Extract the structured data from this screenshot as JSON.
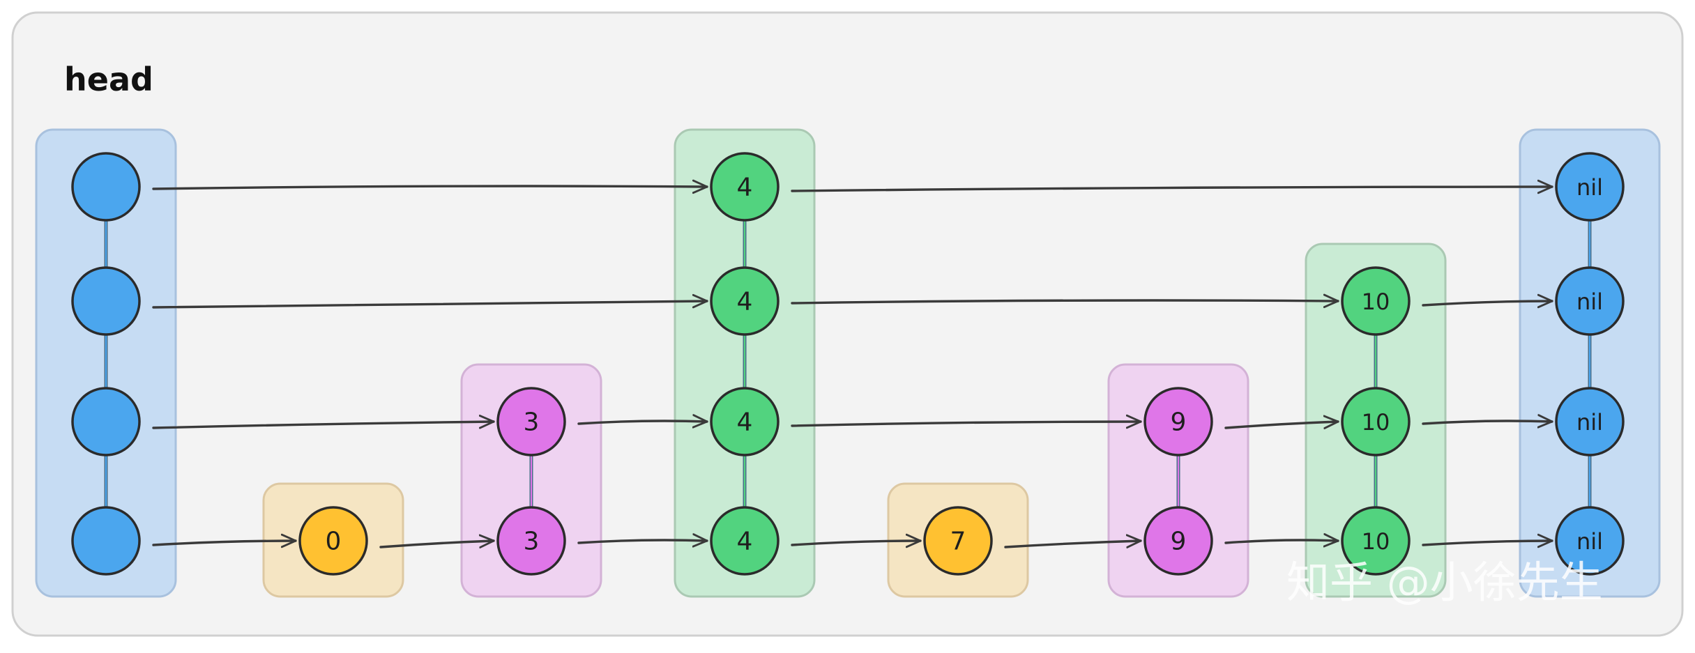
{
  "title": "head",
  "watermark": "知乎 @小徐先生",
  "colors": {
    "canvas_bg": "#f3f3f3",
    "canvas_border": "#d0d0d0",
    "blue": "#4ba6ee",
    "blue_group": "#c6dcf3",
    "blue_group_border": "#a8c1de",
    "green": "#52d37f",
    "green_group": "#c9ebd4",
    "green_group_border": "#aac9b3",
    "purple": "#df76e8",
    "purple_group": "#efd3f1",
    "purple_group_border": "#d3b2d6",
    "yellow": "#ffc131",
    "yellow_group": "#f5e5c3",
    "yellow_group_border": "#ddc8a2",
    "stroke": "#2b2b2b",
    "arrow": "#3a3a3a"
  },
  "columns": [
    {
      "id": "head",
      "label": "",
      "color": "blue",
      "levels": 4
    },
    {
      "id": "n0",
      "label": "0",
      "color": "yellow",
      "levels": 1
    },
    {
      "id": "n3",
      "label": "3",
      "color": "purple",
      "levels": 2
    },
    {
      "id": "n4",
      "label": "4",
      "color": "green",
      "levels": 4
    },
    {
      "id": "n7",
      "label": "7",
      "color": "yellow",
      "levels": 1
    },
    {
      "id": "n9",
      "label": "9",
      "color": "purple",
      "levels": 2
    },
    {
      "id": "n10",
      "label": "10",
      "color": "green",
      "levels": 3
    },
    {
      "id": "nil",
      "label": "nil",
      "color": "blue",
      "levels": 4
    }
  ],
  "links": [
    {
      "from": "head",
      "to": "n4",
      "level": 4
    },
    {
      "from": "n4",
      "to": "nil",
      "level": 4
    },
    {
      "from": "head",
      "to": "n4",
      "level": 3
    },
    {
      "from": "n4",
      "to": "n10",
      "level": 3
    },
    {
      "from": "n10",
      "to": "nil",
      "level": 3
    },
    {
      "from": "head",
      "to": "n3",
      "level": 2
    },
    {
      "from": "n3",
      "to": "n4",
      "level": 2
    },
    {
      "from": "n4",
      "to": "n9",
      "level": 2
    },
    {
      "from": "n9",
      "to": "n10",
      "level": 2
    },
    {
      "from": "n10",
      "to": "nil",
      "level": 2
    },
    {
      "from": "head",
      "to": "n0",
      "level": 1
    },
    {
      "from": "n0",
      "to": "n3",
      "level": 1
    },
    {
      "from": "n3",
      "to": "n4",
      "level": 1
    },
    {
      "from": "n4",
      "to": "n7",
      "level": 1
    },
    {
      "from": "n7",
      "to": "n9",
      "level": 1
    },
    {
      "from": "n9",
      "to": "n10",
      "level": 1
    },
    {
      "from": "n10",
      "to": "nil",
      "level": 1
    }
  ]
}
